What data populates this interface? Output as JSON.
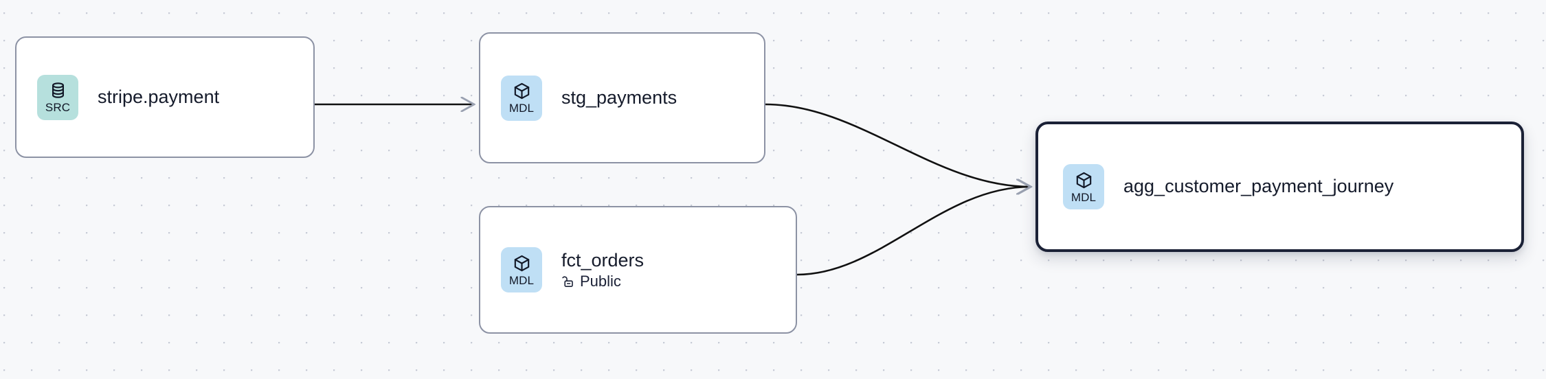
{
  "graph": {
    "title": "data-lineage-graph",
    "background": {
      "color": "#f7f8fa",
      "dot_color": "#c7cbd6",
      "dot_spacing": 40
    },
    "colors": {
      "source_badge": "#b6e0dd",
      "model_badge": "#bfdff5",
      "node_border": "#8c92a4",
      "node_border_selected": "#1b2136",
      "node_fill": "#ffffff",
      "edge": "#111111",
      "text": "#151b2b"
    },
    "nodes": [
      {
        "id": "stripe_payment",
        "title": "stripe.payment",
        "badge_label": "SRC",
        "badge_kind": "source",
        "icon": "database-icon",
        "selected": false,
        "subtitle": null,
        "subtitle_icon": null
      },
      {
        "id": "stg_payments",
        "title": "stg_payments",
        "badge_label": "MDL",
        "badge_kind": "model",
        "icon": "cube-icon",
        "selected": false,
        "subtitle": null,
        "subtitle_icon": null
      },
      {
        "id": "fct_orders",
        "title": "fct_orders",
        "badge_label": "MDL",
        "badge_kind": "model",
        "icon": "cube-icon",
        "selected": false,
        "subtitle": "Public",
        "subtitle_icon": "unlock-icon"
      },
      {
        "id": "agg_customer_payment_journey",
        "title": "agg_customer_payment_journey",
        "badge_label": "MDL",
        "badge_kind": "model",
        "icon": "cube-icon",
        "selected": true,
        "subtitle": null,
        "subtitle_icon": null
      }
    ],
    "edges": [
      {
        "id": "e1",
        "from": "stripe_payment",
        "to": "stg_payments",
        "style": "straight",
        "arrow": true
      },
      {
        "id": "e2",
        "from": "stg_payments",
        "to": "agg_customer_payment_journey",
        "style": "bezier",
        "arrow": true
      },
      {
        "id": "e3",
        "from": "fct_orders",
        "to": "agg_customer_payment_journey",
        "style": "bezier",
        "arrow": true
      }
    ]
  }
}
